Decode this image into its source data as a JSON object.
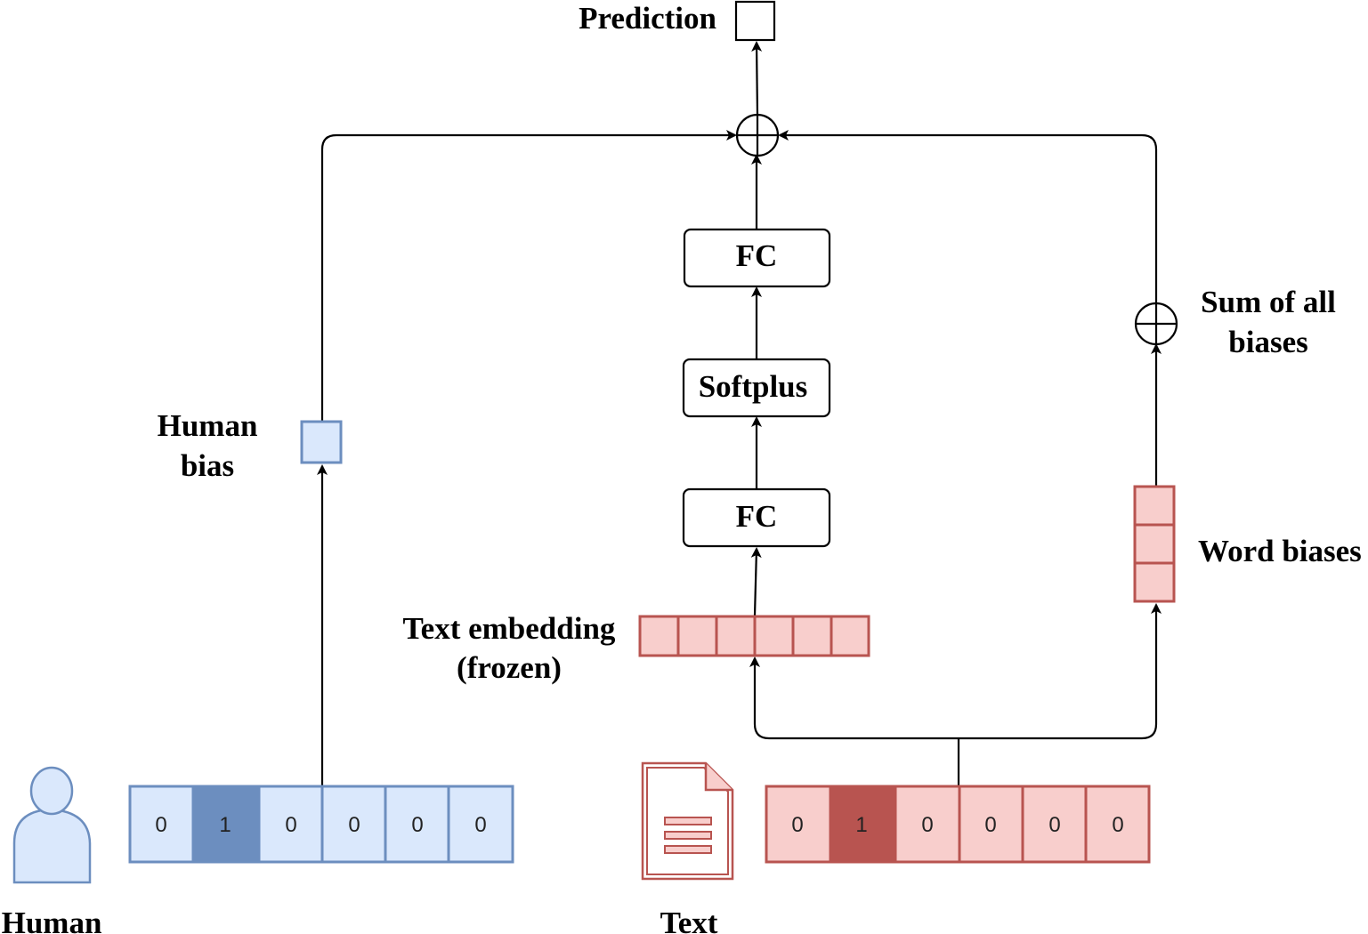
{
  "labels": {
    "prediction": "Prediction",
    "fc_top": "FC",
    "softplus": "Softplus",
    "fc_bottom": "FC",
    "sum_biases_line1": "Sum of all",
    "sum_biases_line2": "biases",
    "human_bias_line1": "Human",
    "human_bias_line2": "bias",
    "word_biases": "Word biases",
    "text_embedding_line1": "Text embedding",
    "text_embedding_line2": "(frozen)",
    "human": "Human",
    "text": "Text"
  },
  "human_vector": [
    "0",
    "1",
    "0",
    "0",
    "0",
    "0"
  ],
  "text_vector": [
    "0",
    "1",
    "0",
    "0",
    "0",
    "0"
  ],
  "colors": {
    "blue_fill": "#dae8fc",
    "blue_stroke": "#6c8ebf",
    "blue_active": "#6c8ebf",
    "red_fill": "#f8cecc",
    "red_stroke": "#b85450",
    "red_active": "#b85450"
  },
  "icons": {
    "human": "person-icon",
    "text": "document-icon"
  }
}
